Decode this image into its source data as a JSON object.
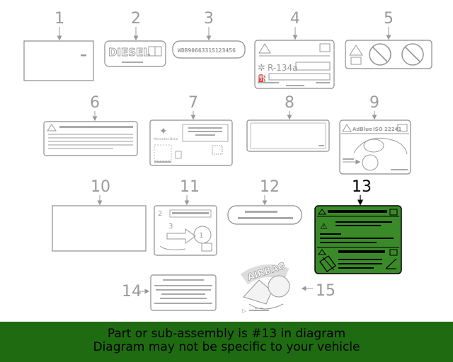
{
  "callouts": [
    "1",
    "2",
    "3",
    "4",
    "5",
    "6",
    "7",
    "8",
    "9",
    "10",
    "11",
    "12",
    "13",
    "14",
    "15"
  ],
  "highlighted_callout": "13",
  "label_texts": {
    "diesel": "DIESEL",
    "vin": "WDB9066331S123456",
    "refrigerant": "R-134a",
    "brand": "Mercedes-Benz",
    "adblue": "AdBlue",
    "iso": "ISO 22241",
    "airbag": "AIRBAG"
  },
  "colors": {
    "highlight_fill": "#3b8a2a",
    "banner_bg": "#1f6b12",
    "banner_text": "#000000"
  },
  "banner": {
    "line1": "Part or sub-assembly is #13 in diagram",
    "line2": "Diagram may not be specific to your vehicle"
  }
}
